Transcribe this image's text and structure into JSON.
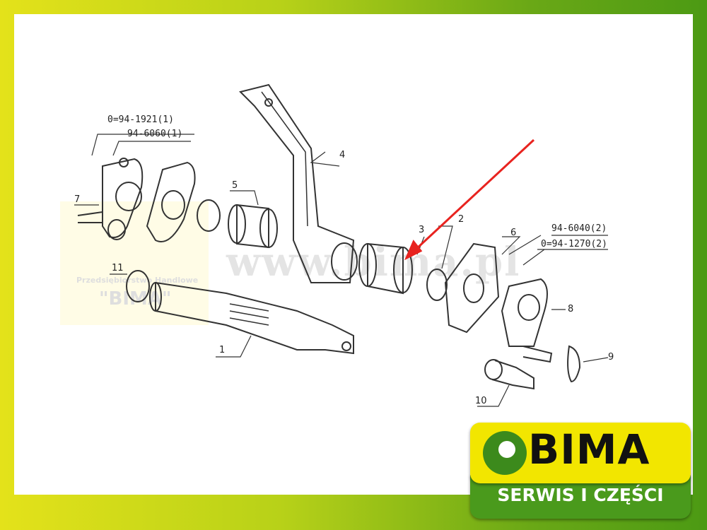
{
  "diagram": {
    "part_numbers": [
      "1",
      "2",
      "3",
      "4",
      "5",
      "6",
      "7",
      "8",
      "9",
      "10",
      "11"
    ],
    "callouts": {
      "bolt_left": "0=94-1921(1)",
      "nut_left": "94-6060(1)",
      "nut_right": "94-6040(2)",
      "bolt_right": "0=94-1270(2)"
    },
    "highlight_arrow_color": "#e8231f",
    "highlighted_part": "3"
  },
  "watermark": {
    "url": "www.bima.pl",
    "company": "Przedsiębiorstwo Handlowe",
    "name": "\"BIMA\""
  },
  "logo": {
    "name": "BIMA",
    "tagline": "SERWIS I CZĘŚCI",
    "colors": {
      "yellow": "#f2e600",
      "green": "#4a9a1c"
    }
  }
}
